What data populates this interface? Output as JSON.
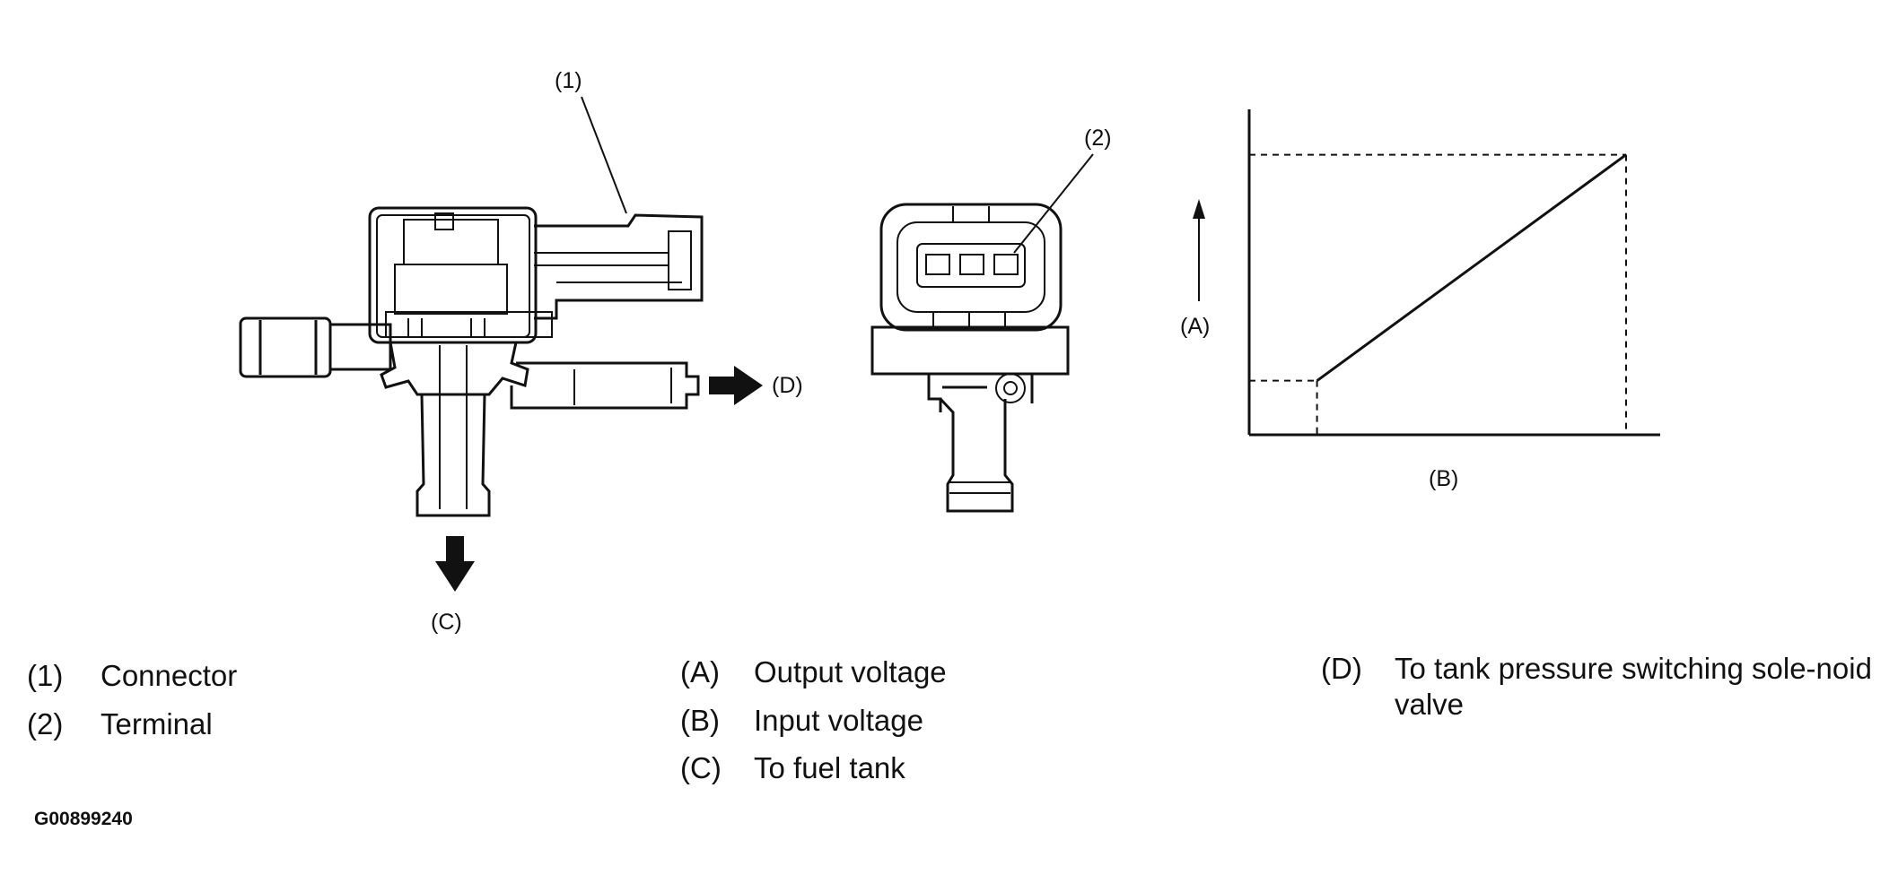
{
  "callouts": {
    "c1": "(1)",
    "c2": "(2)",
    "cA": "(A)",
    "cB": "(B)",
    "cC": "(C)",
    "cD": "(D)"
  },
  "legend_parts": [
    {
      "key": "(1)",
      "text": "Connector"
    },
    {
      "key": "(2)",
      "text": "Terminal"
    }
  ],
  "legend_axes": [
    {
      "key": "(A)",
      "text": "Output voltage"
    },
    {
      "key": "(B)",
      "text": "Input voltage"
    },
    {
      "key": "(C)",
      "text": "To fuel tank"
    }
  ],
  "legend_dest": [
    {
      "key": "(D)",
      "text": "To tank pressure switching sole-noid valve"
    }
  ],
  "figure_code": "G00899240",
  "chart_data": {
    "type": "line",
    "xlabel": "(B)",
    "ylabel": "(A)",
    "series": [
      {
        "x": [
          0.18,
          1.0
        ],
        "y": [
          0.17,
          0.88
        ]
      }
    ]
  }
}
